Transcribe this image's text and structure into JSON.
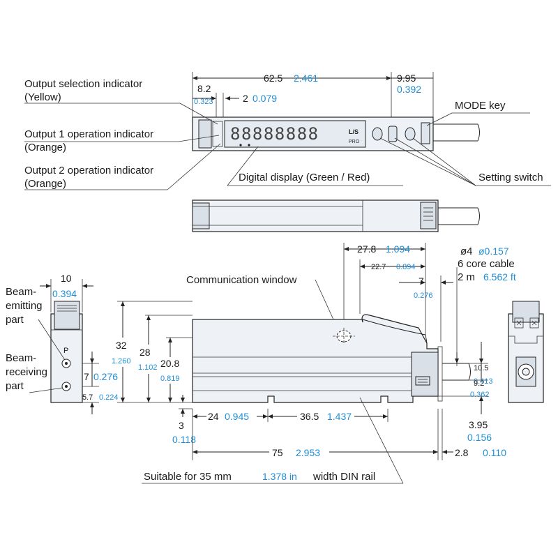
{
  "labels": {
    "output_selection": "Output selection indicator",
    "output_selection_color": "(Yellow)",
    "output1": "Output 1 operation indicator",
    "output1_color": "(Orange)",
    "output2": "Output 2 operation indicator",
    "output2_color": "(Orange)",
    "digital_display": "Digital display (Green / Red)",
    "mode_key": "MODE key",
    "setting_switch": "Setting switch",
    "communication_window": "Communication window",
    "beam_emitting_1": "Beam-",
    "beam_emitting_2": "emitting",
    "beam_emitting_3": "part",
    "beam_receiving_1": "Beam-",
    "beam_receiving_2": "receiving",
    "beam_receiving_3": "part",
    "cable_1_mm": "ø4",
    "cable_1_in": "ø0.157",
    "cable_2": "6 core cable",
    "cable_3_mm": "2 m",
    "cable_3_in": "6.562 ft",
    "din_rail_a": "Suitable for 35 mm",
    "din_rail_in": "1.378 in",
    "din_rail_b": "width DIN rail"
  },
  "dimensions": {
    "d62_5": {
      "mm": "62.5",
      "in": "2.461"
    },
    "d9_95": {
      "mm": "9.95",
      "in": "0.392"
    },
    "d8_2": {
      "mm": "8.2",
      "in": "0.323"
    },
    "d2": {
      "mm": "2",
      "in": "0.079"
    },
    "d27_8": {
      "mm": "27.8",
      "in": "1.094"
    },
    "d22_7": {
      "mm": "22.7",
      "in": "0.894"
    },
    "d7_top": {
      "mm": "7",
      "in": "0.276"
    },
    "d10": {
      "mm": "10",
      "in": "0.394"
    },
    "d32": {
      "mm": "32",
      "in": "1.260"
    },
    "d28": {
      "mm": "28",
      "in": "1.102"
    },
    "d20_8": {
      "mm": "20.8",
      "in": "0.819"
    },
    "d7_side": {
      "mm": "7",
      "in": "0.276"
    },
    "d5_7": {
      "mm": "5.7",
      "in": "0.224"
    },
    "d3": {
      "mm": "3",
      "in": "0.118"
    },
    "d24": {
      "mm": "24",
      "in": "0.945"
    },
    "d36_5": {
      "mm": "36.5",
      "in": "1.437"
    },
    "d75": {
      "mm": "75",
      "in": "2.953"
    },
    "d10_5": {
      "mm": "10.5",
      "in": "0.413"
    },
    "d9_2": {
      "mm": "9.2",
      "in": "0.362"
    },
    "d3_95": {
      "mm": "3.95",
      "in": "0.156"
    },
    "d2_8": {
      "mm": "2.8",
      "in": "0.110"
    }
  },
  "display": {
    "digits": "88888888",
    "unit_mark": "L/S",
    "unit_mark2": "PRO"
  }
}
